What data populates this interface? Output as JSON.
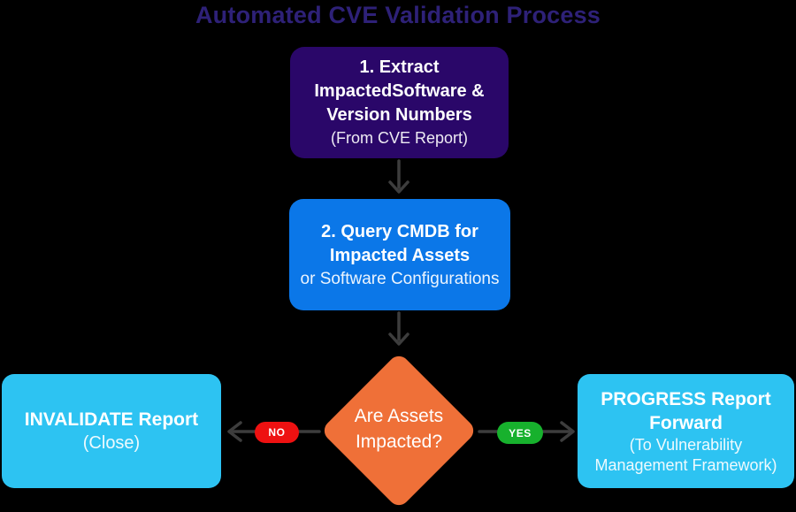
{
  "title": "Automated CVE Validation Process",
  "colors": {
    "background": "#000000",
    "title_text": "#2e2178",
    "step1_bg": "#2a0769",
    "step2_bg": "#0b77e8",
    "decision_bg": "#ef7038",
    "outcome_bg": "#2dc3f2",
    "no_badge_bg": "#ee1111",
    "yes_badge_bg": "#17b12d",
    "arrow": "#3d3d3d",
    "node_text": "#ffffff"
  },
  "nodes": {
    "step1": {
      "title_line1": "1. Extract",
      "title_line2": "ImpactedSoftware &",
      "title_line3": "Version Numbers",
      "subtitle": "(From CVE Report)"
    },
    "step2": {
      "title_line1": "2. Query CMDB for",
      "title_line2": "Impacted Assets",
      "subtitle": "or Software Configurations"
    },
    "decision": {
      "label_line1": "Are Assets",
      "label_line2": "Impacted?"
    },
    "outcome_no": {
      "title": "INVALIDATE Report",
      "subtitle": "(Close)"
    },
    "outcome_yes": {
      "title_line1": "PROGRESS Report",
      "title_line2": "Forward",
      "subtitle_line1": "(To Vulnerability",
      "subtitle_line2": "Management Framework)"
    }
  },
  "badges": {
    "no": "NO",
    "yes": "YES"
  }
}
